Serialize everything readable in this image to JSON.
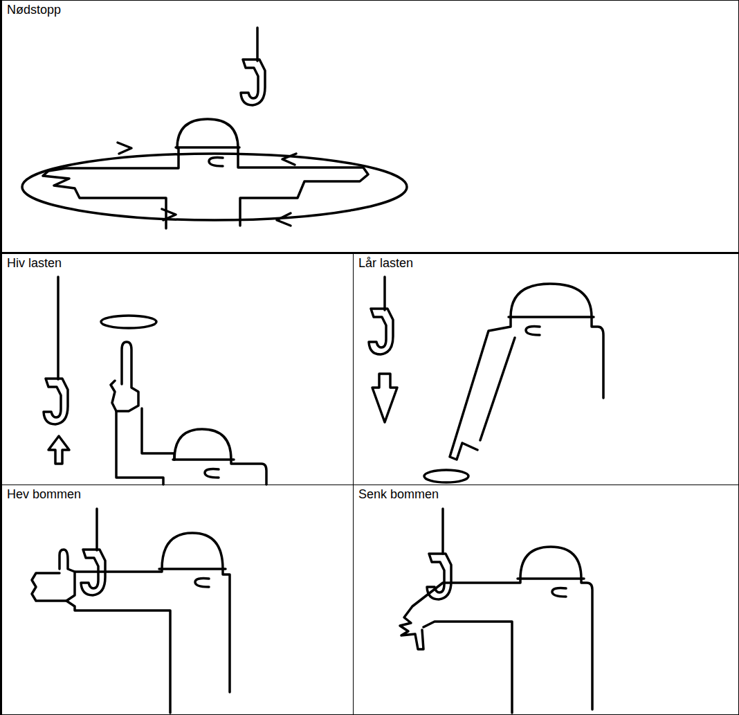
{
  "diagram": {
    "nodes": [
      {
        "text": [
          "Nødstopp"
        ]
      },
      {
        "text": [
          "Hiv lasten"
        ]
      },
      {
        "text": [
          "Lår lasten"
        ]
      },
      {
        "text": [
          "Hev bommen"
        ]
      },
      {
        "text": [
          "Senk bommen"
        ]
      }
    ]
  }
}
